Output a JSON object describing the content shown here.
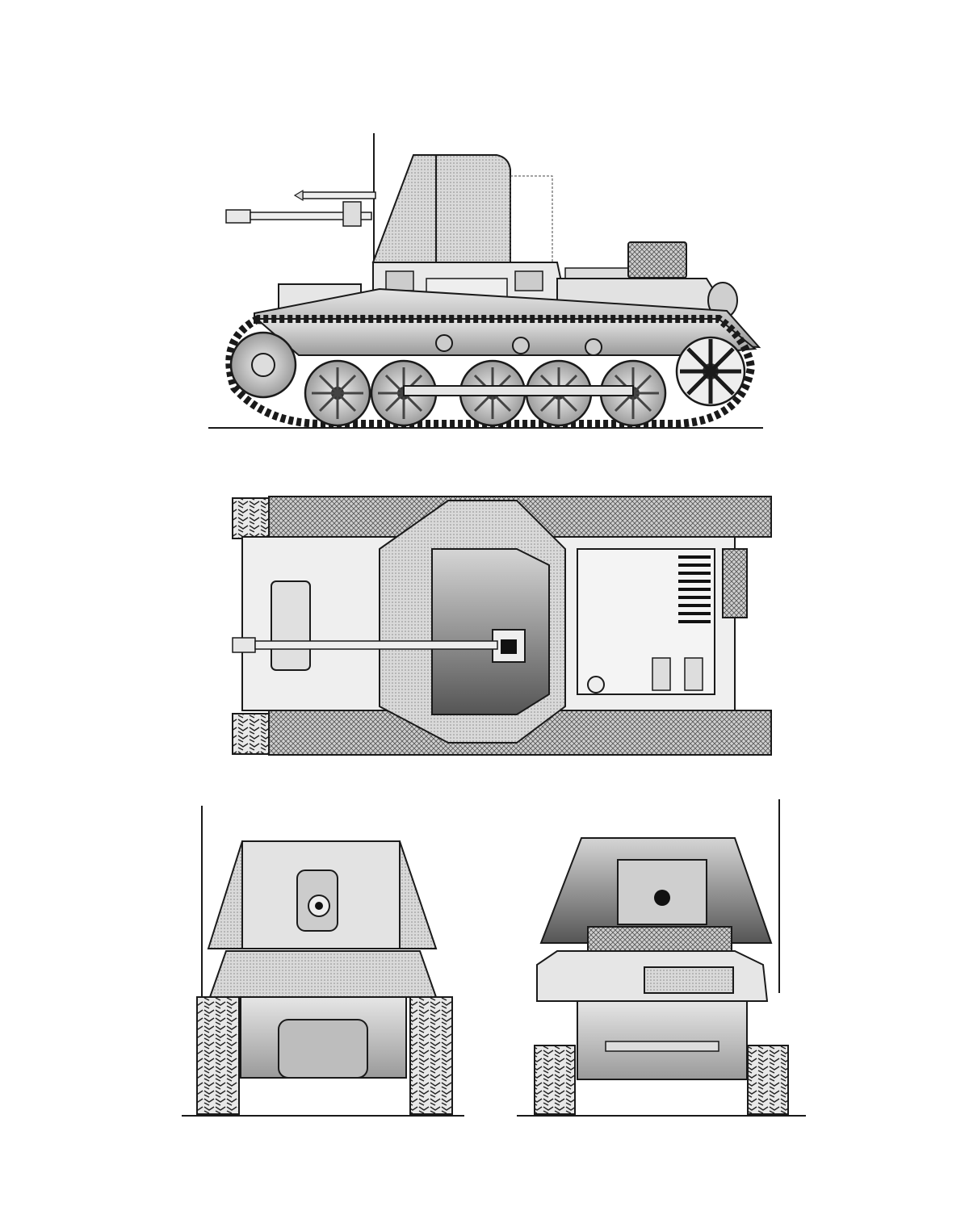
{
  "drawing": {
    "subject": "",
    "views": [
      {
        "id": "side",
        "label": ""
      },
      {
        "id": "top",
        "label": ""
      },
      {
        "id": "front",
        "label": ""
      },
      {
        "id": "rear",
        "label": ""
      }
    ],
    "colors": {
      "ink": "#1a1a1a",
      "light": "#e4e4e4",
      "mid": "#b8b8b8",
      "dark": "#7a7a7a",
      "paper": "#ffffff"
    }
  }
}
